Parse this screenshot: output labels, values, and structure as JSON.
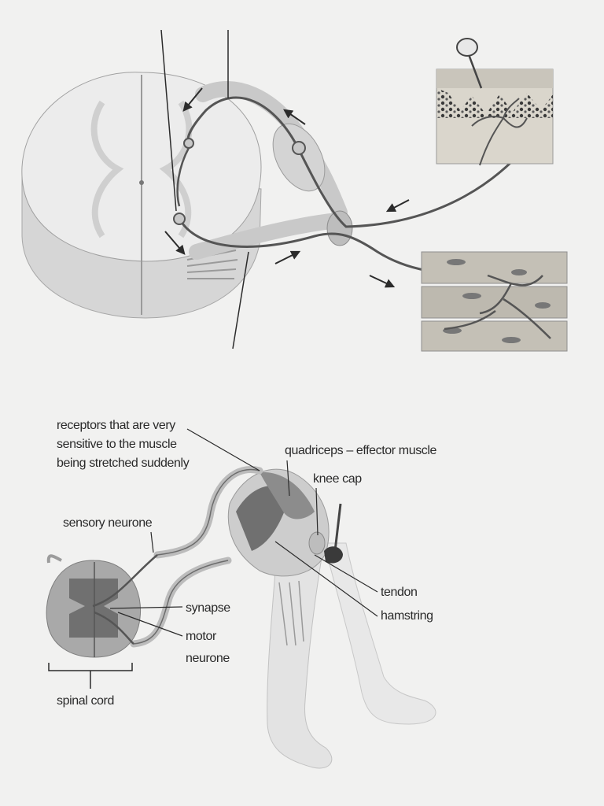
{
  "reflex_diagram": {
    "labels": {
      "receptors": [
        "receptors that are very",
        "sensitive to the muscle",
        "being stretched suddenly"
      ],
      "quadriceps": "quadriceps – effector muscle",
      "knee_cap": "knee cap",
      "sensory_neurone": "sensory neurone",
      "synapse": "synapse",
      "motor_neurone": [
        "motor",
        "neurone"
      ],
      "tendon": "tendon",
      "hamstring": "hamstring",
      "spinal_cord": "spinal cord"
    }
  }
}
